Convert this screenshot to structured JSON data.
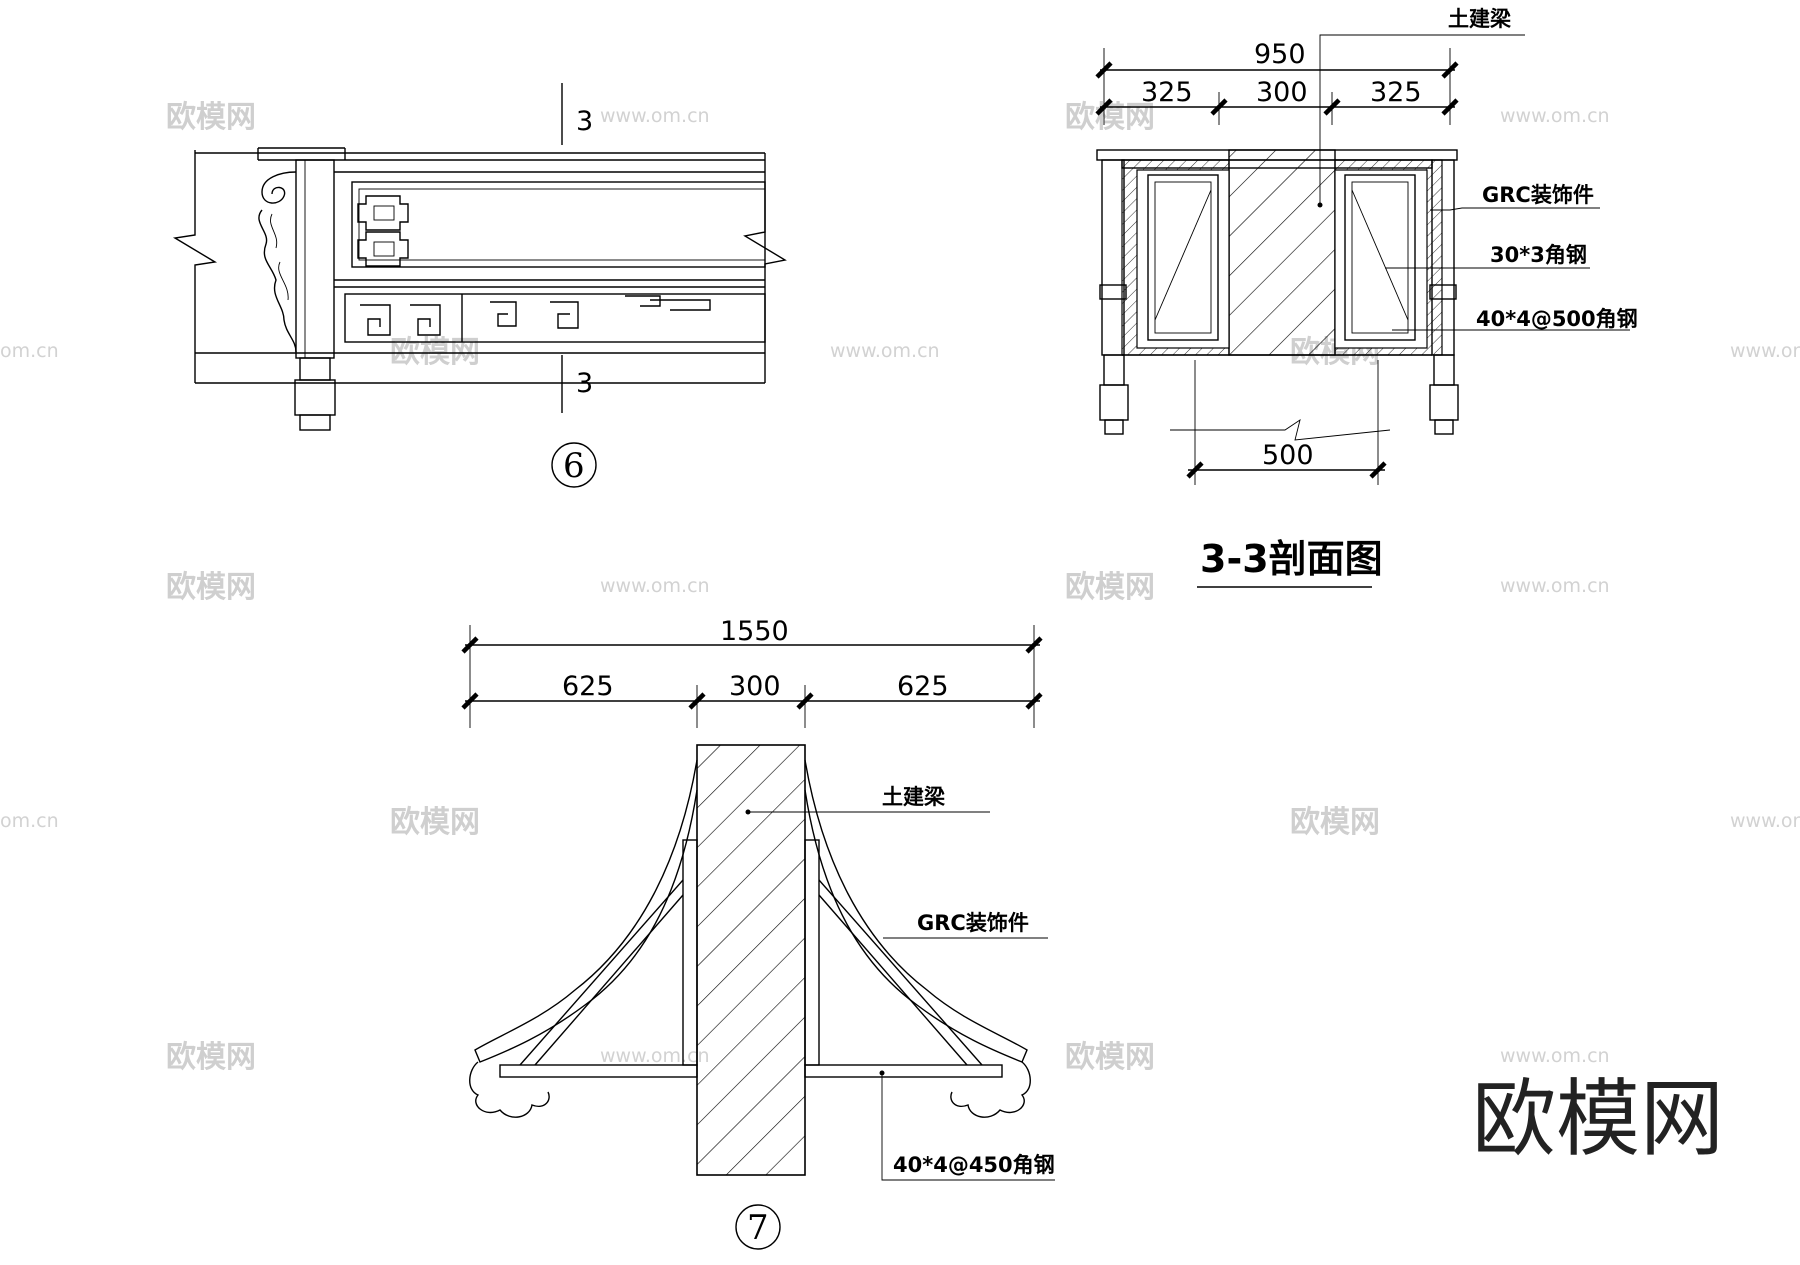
{
  "detail6": {
    "section_mark_top": "3",
    "section_mark_bottom": "3",
    "detail_number": "6"
  },
  "section33": {
    "title": "3-3剖面图",
    "dim_total": "950",
    "dim_left": "325",
    "dim_mid": "300",
    "dim_right": "325",
    "dim_bottom": "500",
    "note_beam": "土建梁",
    "note_grc": "GRC装饰件",
    "note_angle1": "30*3角钢",
    "note_angle2": "40*4@500角钢"
  },
  "detail7": {
    "dim_total": "1550",
    "dim_left": "625",
    "dim_mid": "300",
    "dim_right": "625",
    "note_beam": "土建梁",
    "note_grc": "GRC装饰件",
    "note_angle": "40*4@450角钢",
    "detail_number": "7"
  },
  "watermark": {
    "brand": "欧模网",
    "url": "www.om.cn",
    "url_partial": "om.cn"
  }
}
